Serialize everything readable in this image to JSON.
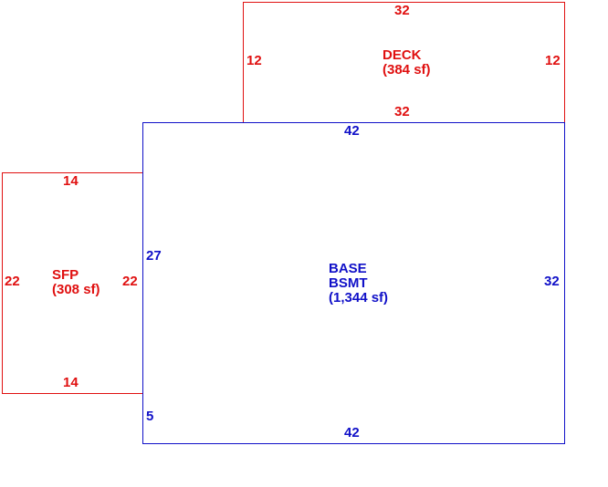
{
  "colors": {
    "addition": "#e01010",
    "main": "#1010c8"
  },
  "deck": {
    "name": "DECK",
    "area": "(384 sf)",
    "top": "32",
    "bottom": "32",
    "left": "12",
    "right": "12"
  },
  "base": {
    "name_line1": "BASE",
    "name_line2": "BSMT",
    "area": "(1,344 sf)",
    "top": "42",
    "bottom": "42",
    "right": "32",
    "left_upper": "27",
    "left_lower": "5"
  },
  "sfp": {
    "name": "SFP",
    "area": "(308 sf)",
    "top": "14",
    "bottom": "14",
    "left": "22",
    "right": "22"
  }
}
